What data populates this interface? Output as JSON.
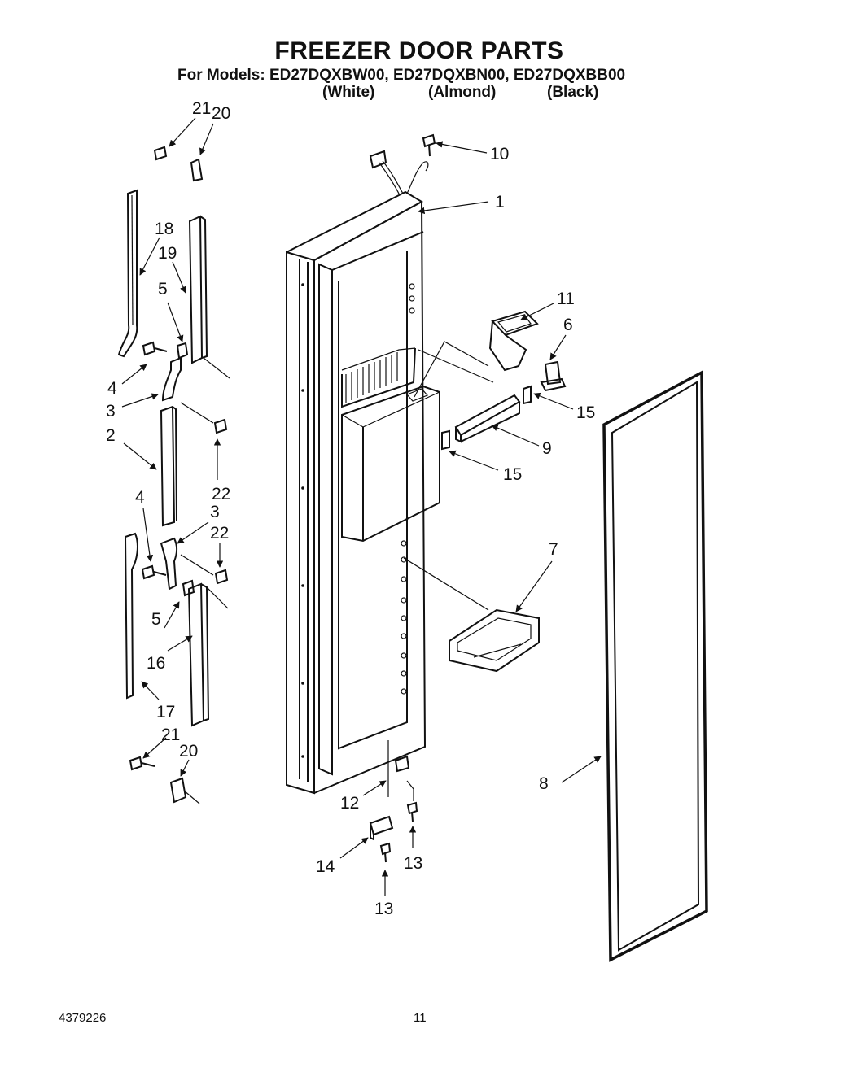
{
  "title": "FREEZER DOOR PARTS",
  "models_line": "For Models: ED27DQXBW00, ED27DQXBN00, ED27DQXBB00",
  "colors": {
    "white": "(White)",
    "almond": "(Almond)",
    "black": "(Black)"
  },
  "footer": {
    "doc_number": "4379226",
    "page_number": "11"
  },
  "callouts": {
    "c1": "1",
    "c2": "2",
    "c3a": "3",
    "c3b": "3",
    "c4a": "4",
    "c4b": "4",
    "c5a": "5",
    "c5b": "5",
    "c6": "6",
    "c7": "7",
    "c8": "8",
    "c9": "9",
    "c10": "10",
    "c11": "11",
    "c12": "12",
    "c13a": "13",
    "c13b": "13",
    "c14": "14",
    "c15a": "15",
    "c15b": "15",
    "c16": "16",
    "c17": "17",
    "c18": "18",
    "c19": "19",
    "c20a": "20",
    "c20b": "20",
    "c21a": "21",
    "c21b": "21",
    "c22a": "22",
    "c22b": "22"
  }
}
